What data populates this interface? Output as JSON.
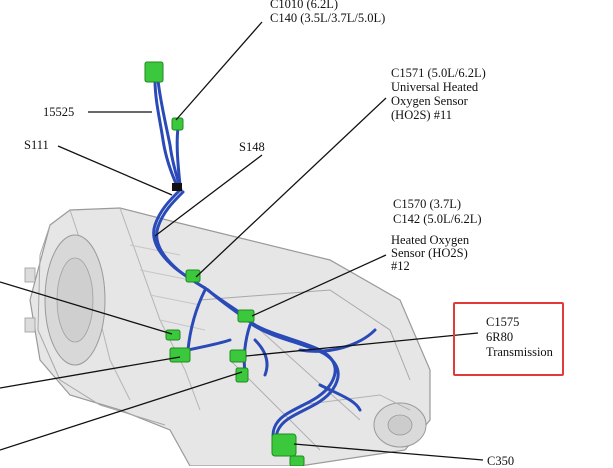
{
  "labels": {
    "c1010_line1": "C1010  (6.2L)",
    "c1010_line2": "C140  (3.5L/3.7L/5.0L)",
    "c1571_line1": "C1571  (5.0L/6.2L)",
    "c1571_line2": "Universal Heated",
    "c1571_line3": "Oxygen Sensor",
    "c1571_line4": "(HO2S) #11",
    "n15525": "15525",
    "s111": "S111",
    "s148": "S148",
    "c1570_line1": "C1570  (3.7L)",
    "c1570_line2": "C142  (5.0L/6.2L)",
    "ho2s12_line1": "Heated Oxygen",
    "ho2s12_line2": "Sensor (HO2S)",
    "ho2s12_line3": "#12",
    "c1575_line1": "C1575",
    "c1575_line2": "6R80",
    "c1575_line3": "Transmission",
    "c350": "C350"
  },
  "colors": {
    "harness": "#2a4ab8",
    "connector": "#3cc83c",
    "highlight_box": "#e03a3a",
    "leader_line": "#111111",
    "transmission_body": "#e6e6e6"
  },
  "icons": {
    "transmission": "transmission-illustration",
    "connector": "green-connector-icon"
  }
}
